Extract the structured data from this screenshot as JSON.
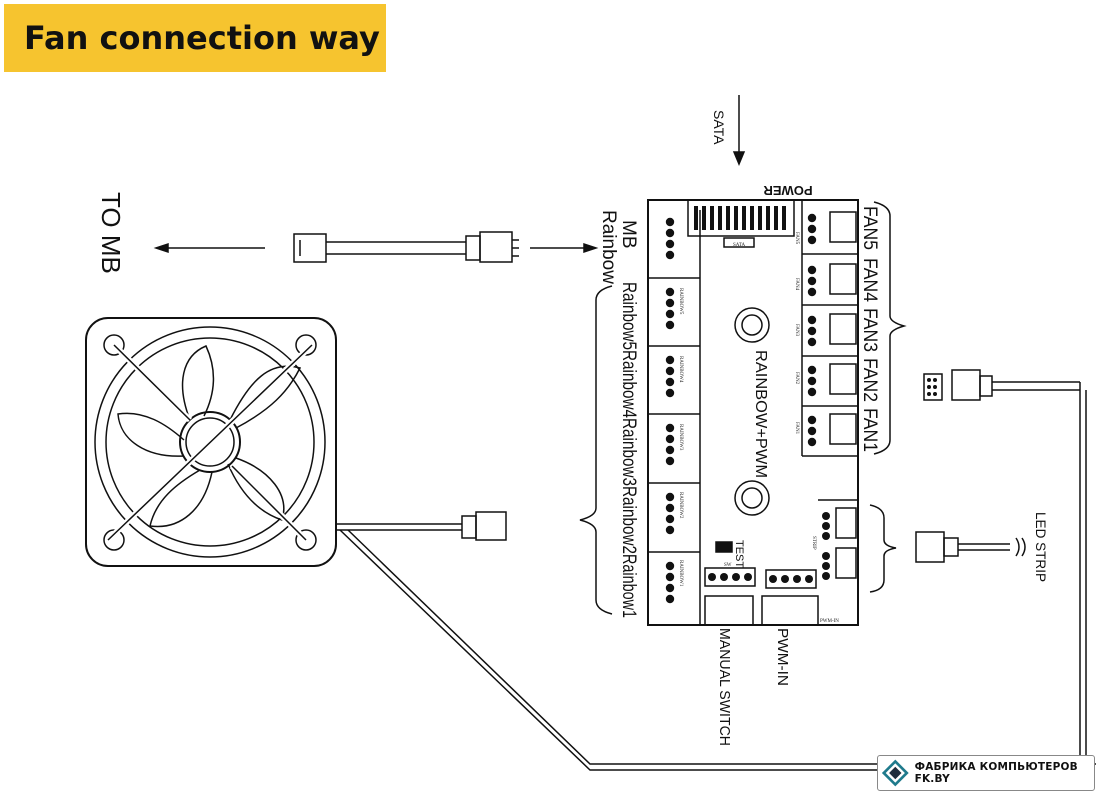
{
  "title": "Fan connection way",
  "labels": {
    "sata": "SATA",
    "power": "POWER",
    "to_mb": "TO MB",
    "mb_rainbow_1": "MB",
    "mb_rainbow_2": "Rainbow",
    "rainbow_channels": [
      "Rainbow5",
      "Rainbow4",
      "Rainbow3",
      "Rainbow2",
      "Rainbow1"
    ],
    "fans": [
      "FAN5",
      "FAN4",
      "FAN3",
      "FAN2",
      "FAN1"
    ],
    "board_name": "RAINBOW+PWM",
    "test": "TEST",
    "manual_switch": "MANUAL SWITCH",
    "pwm_in": "PWM-IN",
    "led_strip": "LED STRIP",
    "board_sata": "SATA",
    "board_pwm_in": "PWM-IN",
    "board_strip": "STRIP",
    "board_sw": "SW",
    "board_fans": [
      "FAN5",
      "FAN4",
      "FAN3",
      "FAN2",
      "FAN1"
    ],
    "board_rainbows": [
      "RAINBOW5",
      "RAINBOW4",
      "RAINBOW3",
      "RAINBOW2",
      "RAINBOW1"
    ]
  },
  "brand": "ФАБРИКА КОМПЬЮТЕРОВ FK.BY"
}
